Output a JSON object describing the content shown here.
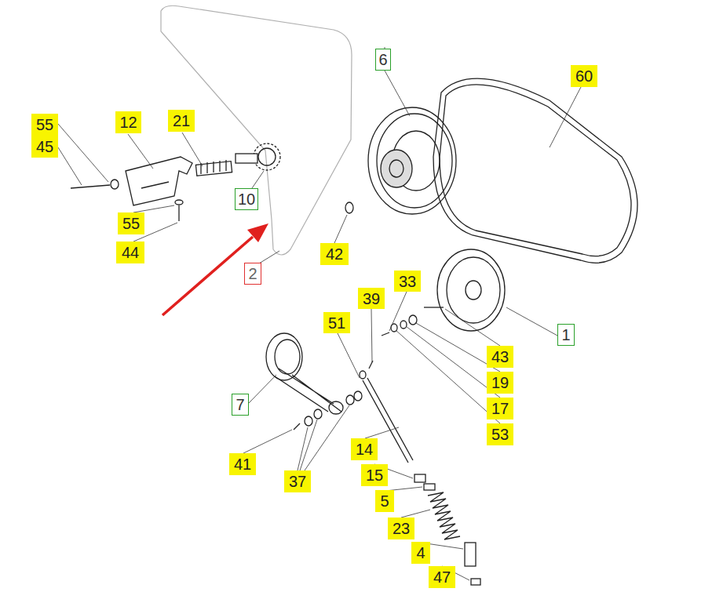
{
  "diagram": {
    "nodes": [
      {
        "text": [
          "6"
        ]
      },
      {
        "text": [
          "60"
        ]
      },
      {
        "text": [
          "55"
        ]
      },
      {
        "text": [
          "12"
        ]
      },
      {
        "text": [
          "21"
        ]
      },
      {
        "text": [
          "45"
        ]
      },
      {
        "text": [
          "10"
        ]
      },
      {
        "text": [
          "55"
        ]
      },
      {
        "text": [
          "44"
        ]
      },
      {
        "text": [
          "42"
        ]
      },
      {
        "text": [
          "2"
        ]
      },
      {
        "text": [
          "33"
        ]
      },
      {
        "text": [
          "39"
        ]
      },
      {
        "text": [
          "51"
        ]
      },
      {
        "text": [
          "1"
        ]
      },
      {
        "text": [
          "43"
        ]
      },
      {
        "text": [
          "19"
        ]
      },
      {
        "text": [
          "7"
        ]
      },
      {
        "text": [
          "17"
        ]
      },
      {
        "text": [
          "53"
        ]
      },
      {
        "text": [
          "14"
        ]
      },
      {
        "text": [
          "41"
        ]
      },
      {
        "text": [
          "15"
        ]
      },
      {
        "text": [
          "37"
        ]
      },
      {
        "text": [
          "5"
        ]
      },
      {
        "text": [
          "23"
        ]
      },
      {
        "text": [
          "4"
        ]
      },
      {
        "text": [
          "47"
        ]
      }
    ]
  }
}
